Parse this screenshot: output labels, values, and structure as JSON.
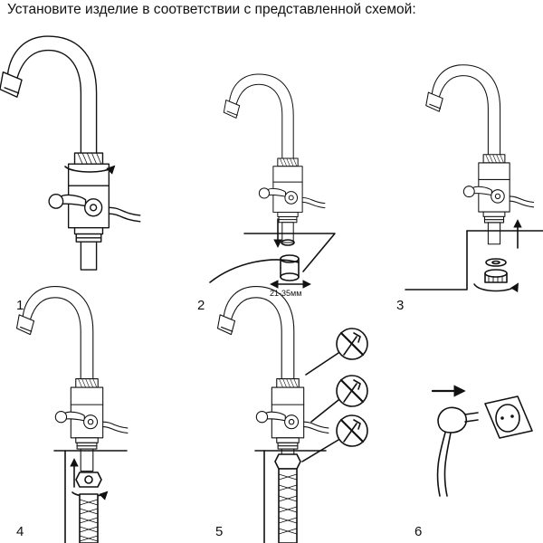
{
  "title": "Установите изделие в соответствии с представленной схемой:",
  "steps": [
    {
      "number": "1"
    },
    {
      "number": "2",
      "hole_diameter": "21-35мм"
    },
    {
      "number": "3"
    },
    {
      "number": "4"
    },
    {
      "number": "5"
    },
    {
      "number": "6"
    }
  ],
  "icons": [
    "faucet-icon",
    "sink-surface-icon",
    "nut-icon",
    "washer-icon",
    "hose-icon",
    "no-wrench-icon",
    "plug-icon",
    "socket-icon",
    "arrow-icon"
  ]
}
